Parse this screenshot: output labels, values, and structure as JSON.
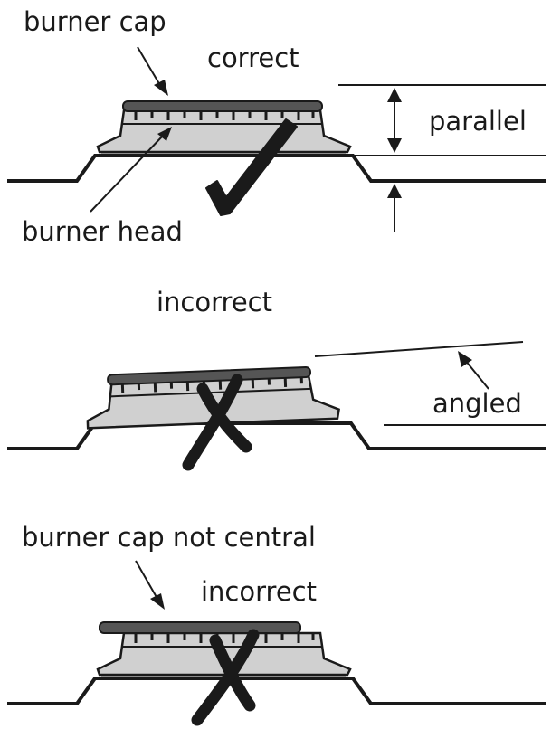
{
  "labels": {
    "burner_cap": "burner cap",
    "correct": "correct",
    "parallel": "parallel",
    "burner_head": "burner head",
    "incorrect_1": "incorrect",
    "angled": "angled",
    "burner_cap_not_central": "burner cap not central",
    "incorrect_2": "incorrect"
  },
  "colors": {
    "line": "#1a1a1a",
    "cap": "#555555",
    "head": "#d0d0d0",
    "mark": "#1a1a1a"
  }
}
